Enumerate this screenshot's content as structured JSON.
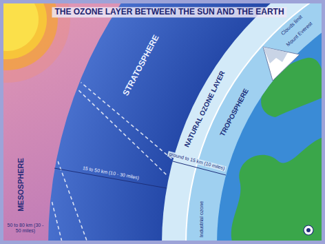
{
  "diagram": {
    "title": "THE OZONE LAYER BETWEEN THE SUN AND THE EARTH",
    "labels": [
      "MESOSPHERE",
      "STRATOSPHERE",
      "NATURAL OZONE LAYER",
      "TROPOSPHERE",
      "Clouds limit",
      "Mount Everest",
      "50 to 80 km (30 - 50 miles)",
      "15 to 50 km (10 - 30 miles)",
      "ground to 15 km (10 miles)",
      "Industrial ozone"
    ]
  }
}
